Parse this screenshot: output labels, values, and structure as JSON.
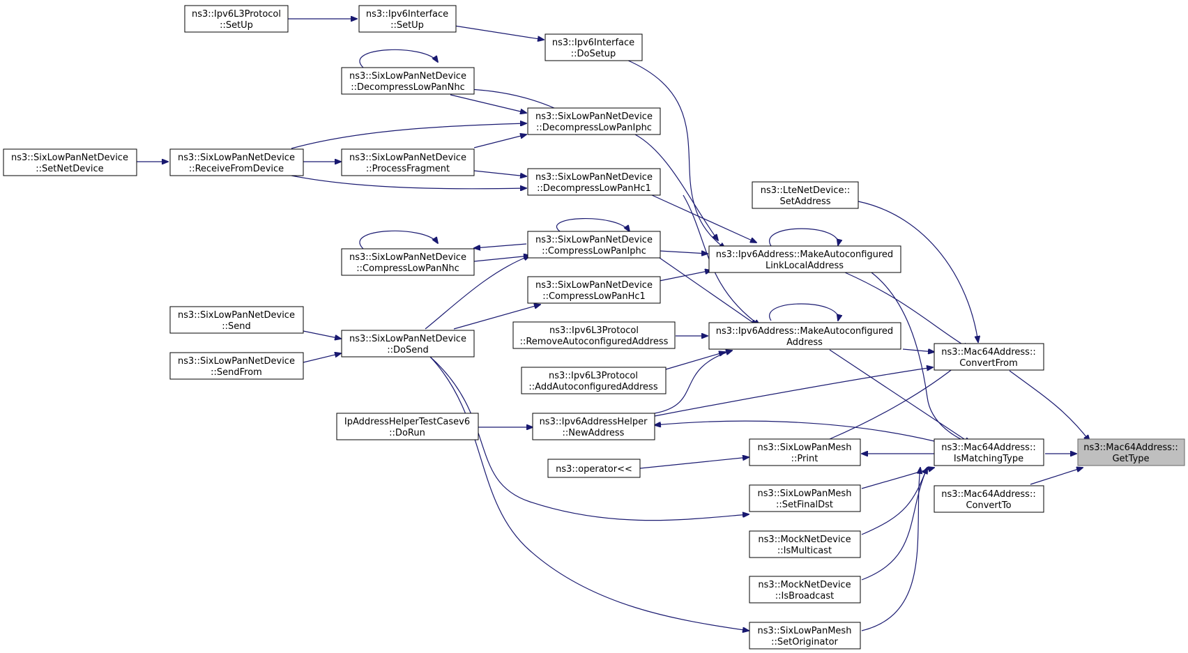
{
  "title": "",
  "colors": {
    "edge": "#191970",
    "focus_fill": "#bfbfbf",
    "node_border": "#000000"
  },
  "nodes": {
    "n_ipv6l3_setup": [
      "ns3::Ipv6L3Protocol",
      "::SetUp"
    ],
    "n_ipv6if_setup": [
      "ns3::Ipv6Interface",
      "::SetUp"
    ],
    "n_ipv6if_dosetup": [
      "ns3::Ipv6Interface",
      "::DoSetup"
    ],
    "n_decomp_nhc": [
      "ns3::SixLowPanNetDevice",
      "::DecompressLowPanNhc"
    ],
    "n_decomp_iphc": [
      "ns3::SixLowPanNetDevice",
      "::DecompressLowPanIphc"
    ],
    "n_setnetdevice": [
      "ns3::SixLowPanNetDevice",
      "::SetNetDevice"
    ],
    "n_receivefromdevice": [
      "ns3::SixLowPanNetDevice",
      "::ReceiveFromDevice"
    ],
    "n_processfragment": [
      "ns3::SixLowPanNetDevice",
      "::ProcessFragment"
    ],
    "n_decomp_hc1": [
      "ns3::SixLowPanNetDevice",
      "::DecompressLowPanHc1"
    ],
    "n_lte_setaddress": [
      "ns3::LteNetDevice::",
      "SetAddress"
    ],
    "n_comp_nhc": [
      "ns3::SixLowPanNetDevice",
      "::CompressLowPanNhc"
    ],
    "n_comp_iphc": [
      "ns3::SixLowPanNetDevice",
      "::CompressLowPanIphc"
    ],
    "n_make_linklocal": [
      "ns3::Ipv6Address::MakeAutoconfigured",
      "LinkLocalAddress"
    ],
    "n_comp_hc1": [
      "ns3::SixLowPanNetDevice",
      "::CompressLowPanHc1"
    ],
    "n_send": [
      "ns3::SixLowPanNetDevice",
      "::Send"
    ],
    "n_dosend": [
      "ns3::SixLowPanNetDevice",
      "::DoSend"
    ],
    "n_removeautoconf": [
      "ns3::Ipv6L3Protocol",
      "::RemoveAutoconfiguredAddress"
    ],
    "n_make_autoconf": [
      "ns3::Ipv6Address::MakeAutoconfigured",
      "Address"
    ],
    "n_mac_convertfrom": [
      "ns3::Mac64Address::",
      "ConvertFrom"
    ],
    "n_sendfrom": [
      "ns3::SixLowPanNetDevice",
      "::SendFrom"
    ],
    "n_addautoconf": [
      "ns3::Ipv6L3Protocol",
      "::AddAutoconfiguredAddress"
    ],
    "n_testcase_dorun": [
      "IpAddressHelperTestCasev6",
      "::DoRun"
    ],
    "n_newaddress": [
      "ns3::Ipv6AddressHelper",
      "::NewAddress"
    ],
    "n_mesh_print": [
      "ns3::SixLowPanMesh",
      "::Print"
    ],
    "n_mac_ismatching": [
      "ns3::Mac64Address::",
      "IsMatchingType"
    ],
    "n_mac_gettype": [
      "ns3::Mac64Address::",
      "GetType"
    ],
    "n_operator": [
      "ns3::operator<<"
    ],
    "n_mesh_setfinaldst": [
      "ns3::SixLowPanMesh",
      "::SetFinalDst"
    ],
    "n_mac_convertto": [
      "ns3::Mac64Address::",
      "ConvertTo"
    ],
    "n_mock_ismulticast": [
      "ns3::MockNetDevice",
      "::IsMulticast"
    ],
    "n_mock_isbroadcast": [
      "ns3::MockNetDevice",
      "::IsBroadcast"
    ],
    "n_mesh_setoriginator": [
      "ns3::SixLowPanMesh",
      "::SetOriginator"
    ]
  },
  "focus_node": "n_mac_gettype"
}
